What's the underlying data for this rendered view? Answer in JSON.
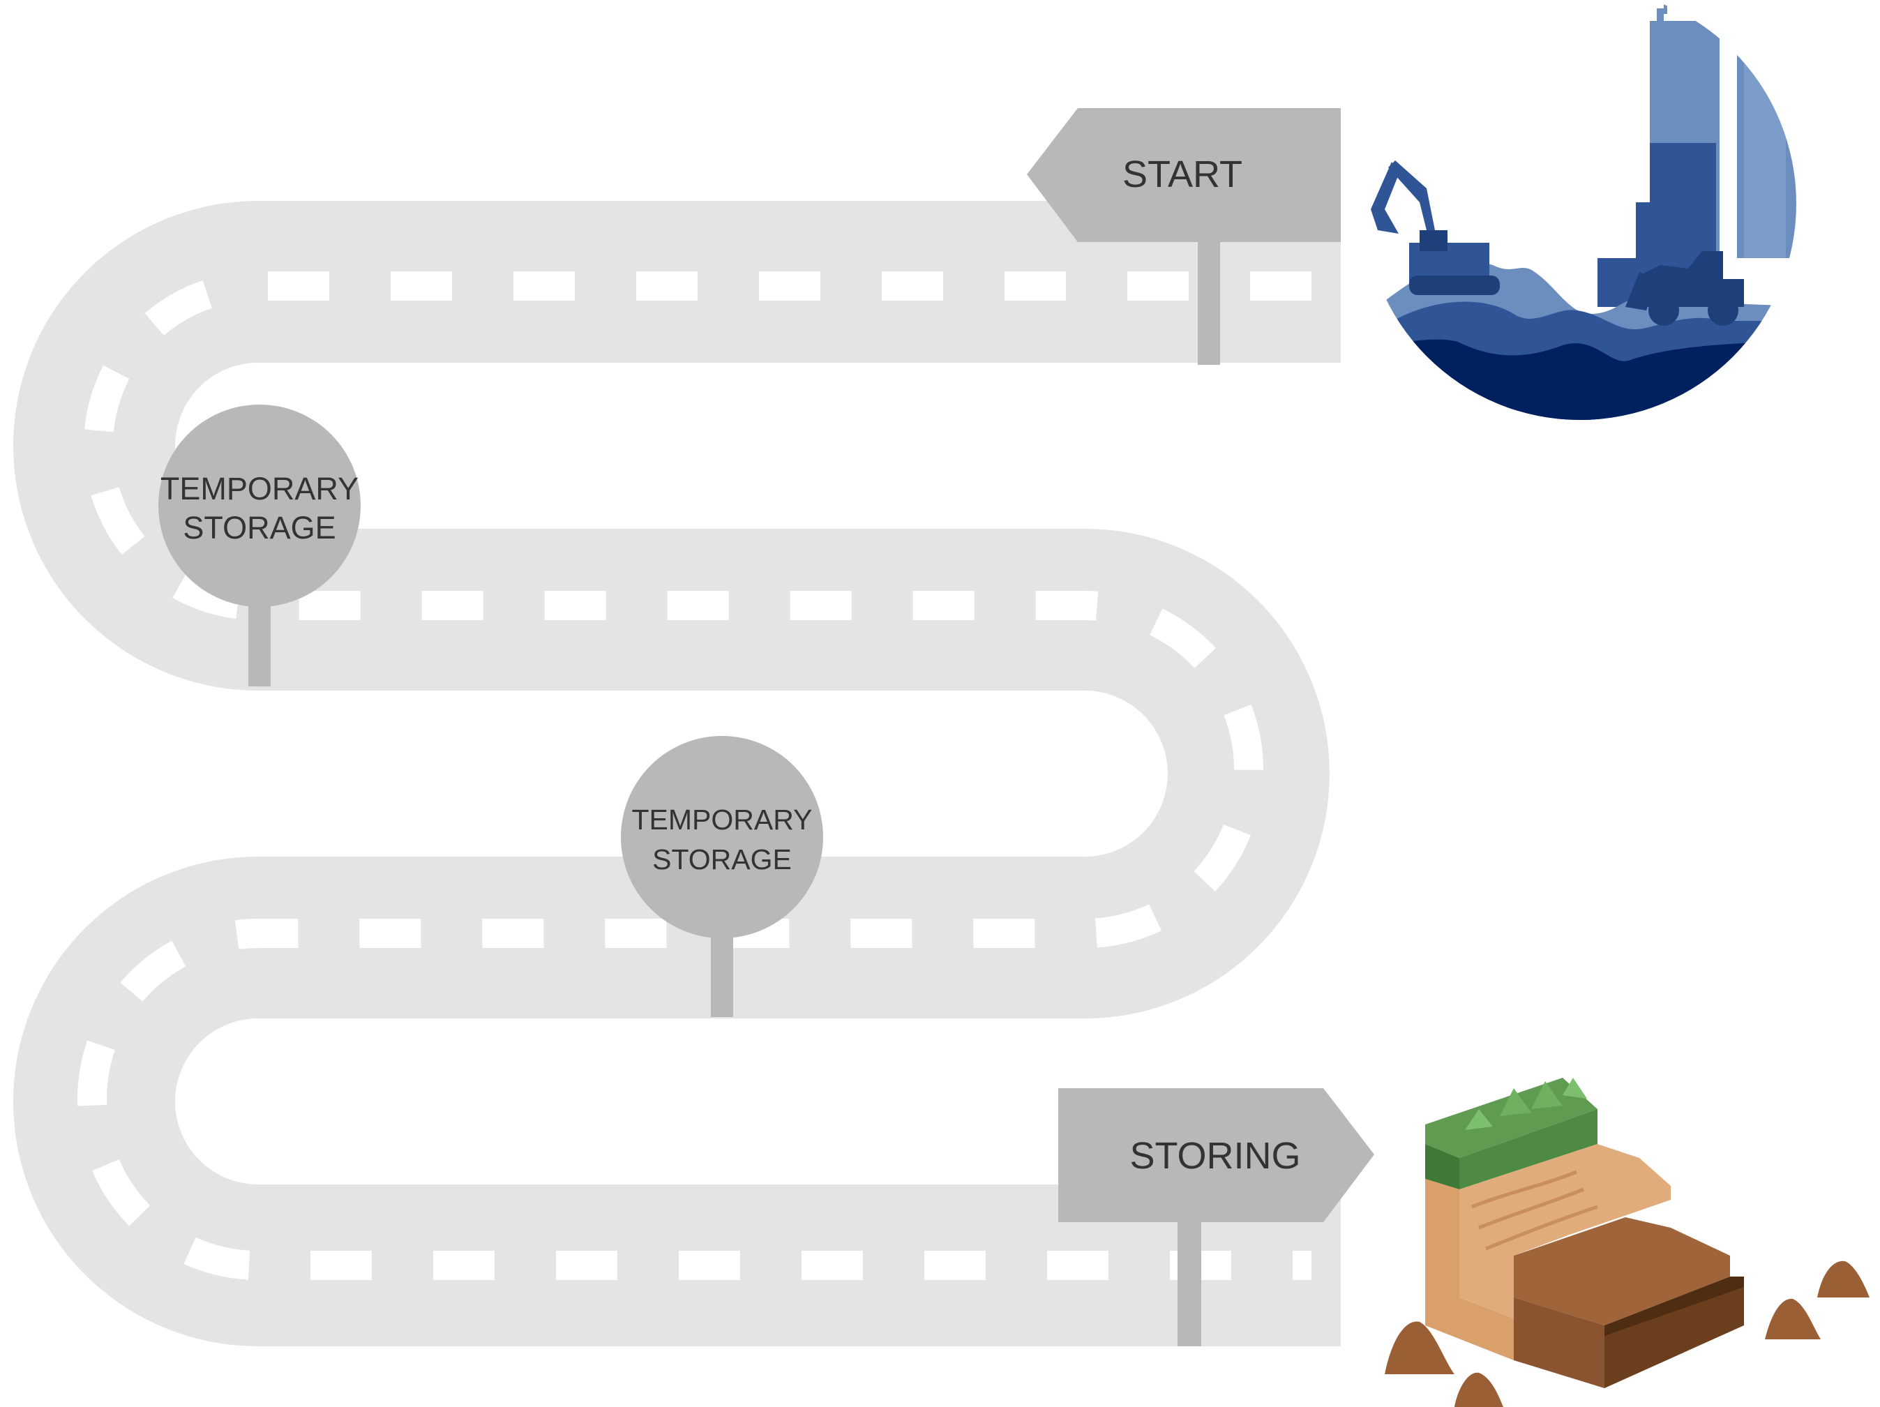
{
  "signs": {
    "start": "START",
    "storing": "STORING"
  },
  "stops": [
    {
      "line1": "TEMPORARY",
      "line2": "STORAGE"
    },
    {
      "line1": "TEMPORARY",
      "line2": "STORAGE"
    }
  ],
  "colors": {
    "road": "#e4e4e4",
    "dash": "#ffffff",
    "sign": "#b8b8b8",
    "sign_text": "#333333",
    "city_dark": "#002060",
    "city_mid": "#2f5597",
    "city_light": "#6b8ebf",
    "grass": "#4e8a44",
    "soil_light": "#d9a06b",
    "soil_mid": "#a0643a",
    "soil_dark": "#6b3f1e"
  },
  "icons": {
    "start_illustration": "construction-site-icon",
    "end_illustration": "soil-layers-icon"
  }
}
